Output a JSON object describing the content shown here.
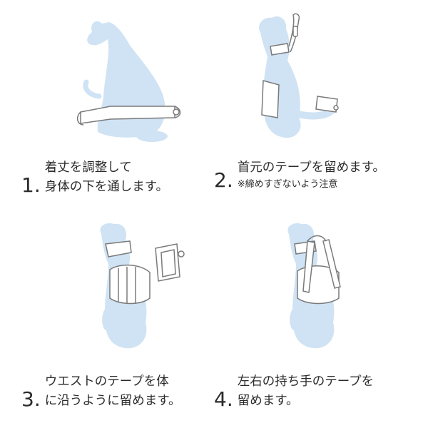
{
  "colors": {
    "dog_fill": "#cfe3f4",
    "harness_fill": "#ffffff",
    "harness_stroke": "#7a7a7a",
    "text": "#2b2b2b"
  },
  "steps": [
    {
      "number": "1.",
      "lines": [
        "着丈を調整して",
        "身体の下を通します。"
      ],
      "note": ""
    },
    {
      "number": "2.",
      "lines": [
        "首元のテープを留めます。"
      ],
      "note": "※締めすぎないよう注意"
    },
    {
      "number": "3.",
      "lines": [
        "ウエストのテープを体",
        "に沿うように留めます。"
      ],
      "note": ""
    },
    {
      "number": "4.",
      "lines": [
        "左右の持ち手のテープを",
        "留めます。"
      ],
      "note": ""
    }
  ]
}
